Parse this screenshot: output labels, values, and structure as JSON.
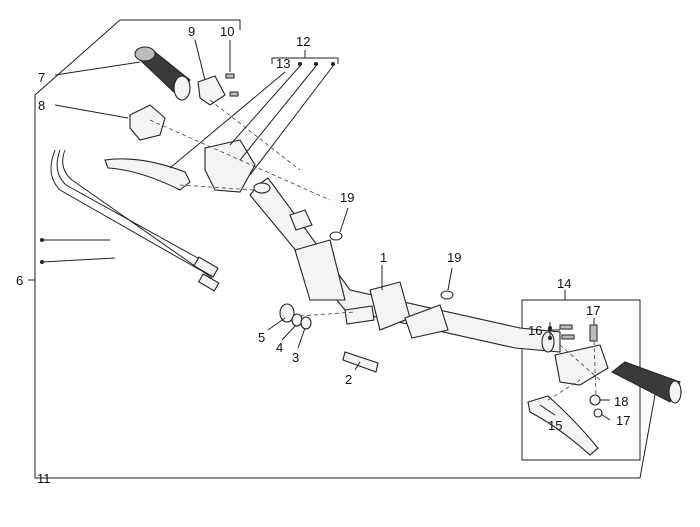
{
  "callouts": {
    "c1": "1",
    "c2": "2",
    "c3": "3",
    "c4": "4",
    "c5": "5",
    "c6": "6",
    "c7": "7",
    "c8": "8",
    "c9": "9",
    "c10": "10",
    "c11": "11",
    "c12": "12",
    "c13": "13",
    "c14": "14",
    "c15": "15",
    "c16": "16",
    "c17a": "17",
    "c17b": "17",
    "c18": "18",
    "c19a": "19",
    "c19b": "19"
  },
  "colors": {
    "line": "#222222",
    "grip_dark": "#3a3a3a",
    "background": "#ffffff"
  }
}
